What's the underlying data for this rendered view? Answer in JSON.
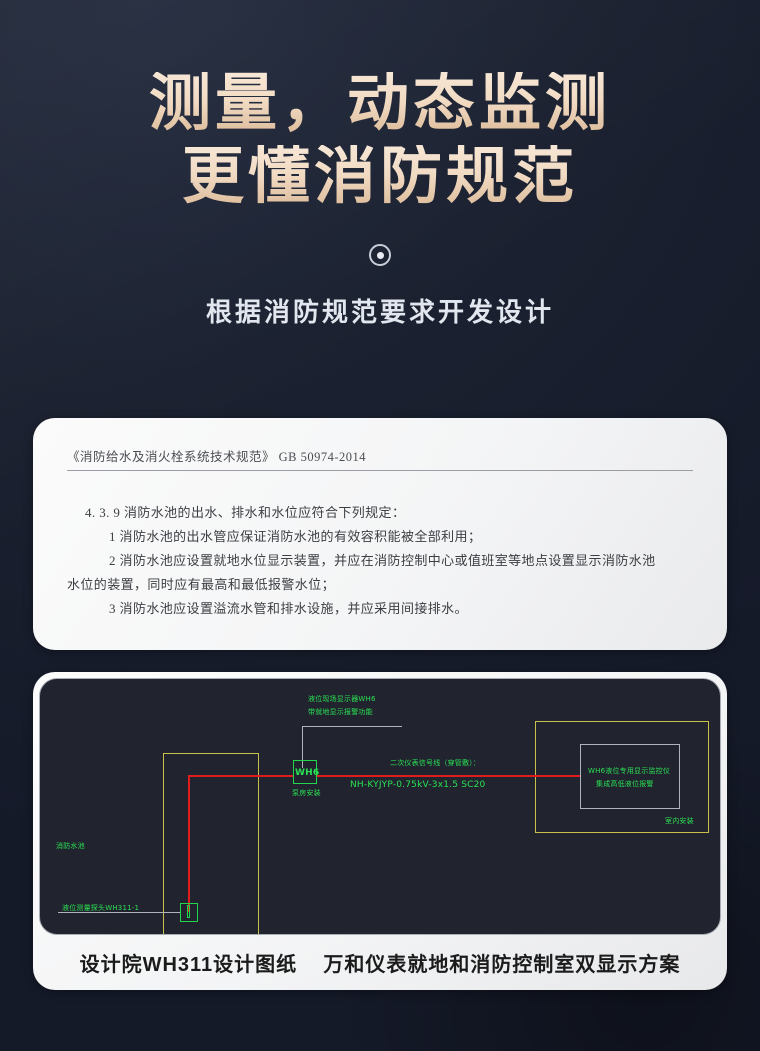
{
  "hero": {
    "title_line1": "测量，动态监测",
    "title_line2": "更懂消防规范",
    "divider_icon": "circle-dot-icon",
    "subtitle": "根据消防规范要求开发设计",
    "accent_text_color": "#f1dac2",
    "background_color": "#1b2130"
  },
  "doc_card": {
    "standard_title": "《消防给水及消火栓系统技术规范》  GB 50974-2014",
    "clause_number": "4.3.9",
    "clause_lead": "4. 3. 9  消防水池的出水、排水和水位应符合下列规定：",
    "items": [
      "1 消防水池的出水管应保证消防水池的有效容积能被全部利用；",
      "2 消防水池应设置就地水位显示装置，并应在消防控制中心或值班室等地点设置显示消防水池",
      "水位的装置，同时应有最高和最低报警水位；",
      "3 消防水池应设置溢流水管和排水设施，并应采用间接排水。"
    ]
  },
  "diagram": {
    "caption": "设计院WH311设计图纸    万和仪表就地和消防控制室双显示方案",
    "labels": {
      "pool": "消防水池",
      "probe": "液位测量探头WH311-1",
      "display_unit_line1": "液位现场显示器WH6",
      "display_unit_line2": "带就地显示报警功能",
      "display_unit_tag": "WH6",
      "display_unit_mount": "泵房安装",
      "cable_note": "二次仪表信号线（穿管敷）：",
      "cable_spec": "NH-KYJYP-0.75kV-3x1.5 SC20",
      "panel_line1": "WH6液位专用显示监控仪",
      "panel_line2": "集成高低液位报警",
      "panel_mount": "室内安装"
    },
    "colors": {
      "cad_background": "#21242e",
      "wire_red": "#e01d1d",
      "boundary_yellow": "#c9c24a",
      "device_green": "#21d64a",
      "lead_gray": "#aeb3be"
    }
  }
}
